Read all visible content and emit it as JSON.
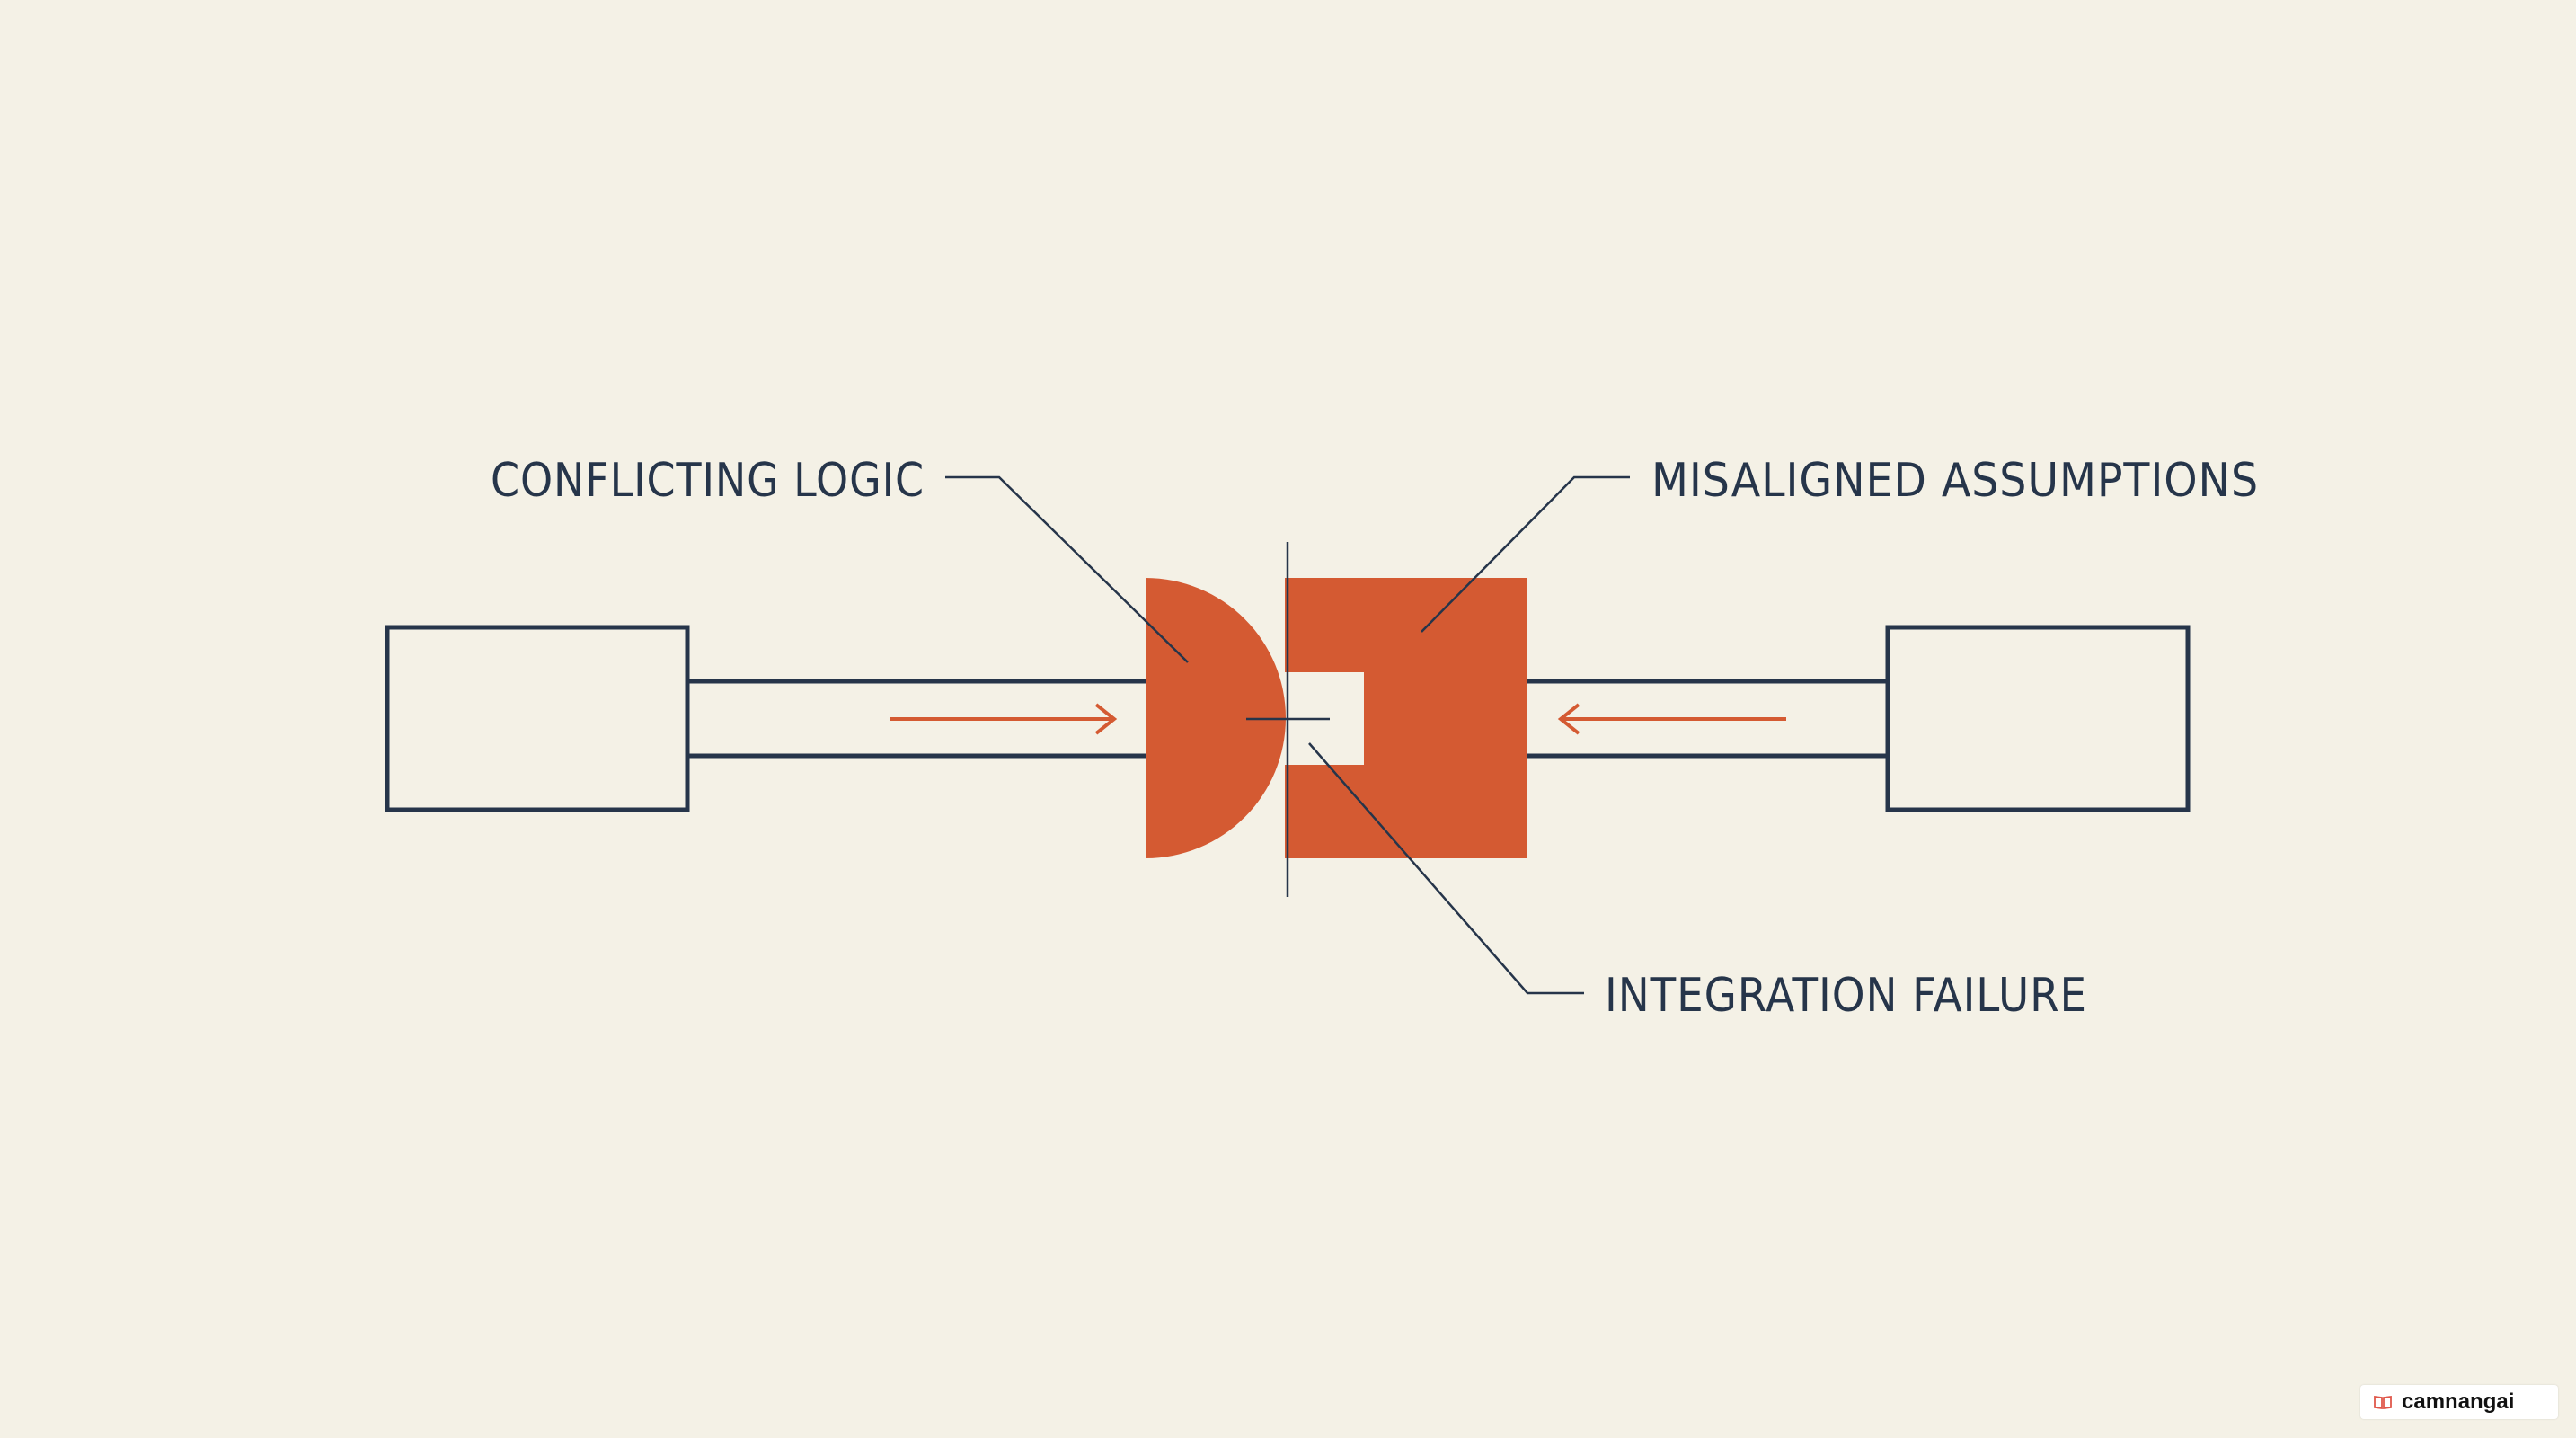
{
  "colors": {
    "background": "#f4f1e6",
    "stroke": "#26354a",
    "accent": "#d45a32"
  },
  "labels": {
    "conflicting_logic": "CONFLICTING LOGIC",
    "misaligned_assumptions": "MISALIGNED ASSUMPTIONS",
    "integration_failure": "INTEGRATION FAILURE"
  },
  "watermark": {
    "text": "camnangai",
    "icon": "book-icon"
  }
}
